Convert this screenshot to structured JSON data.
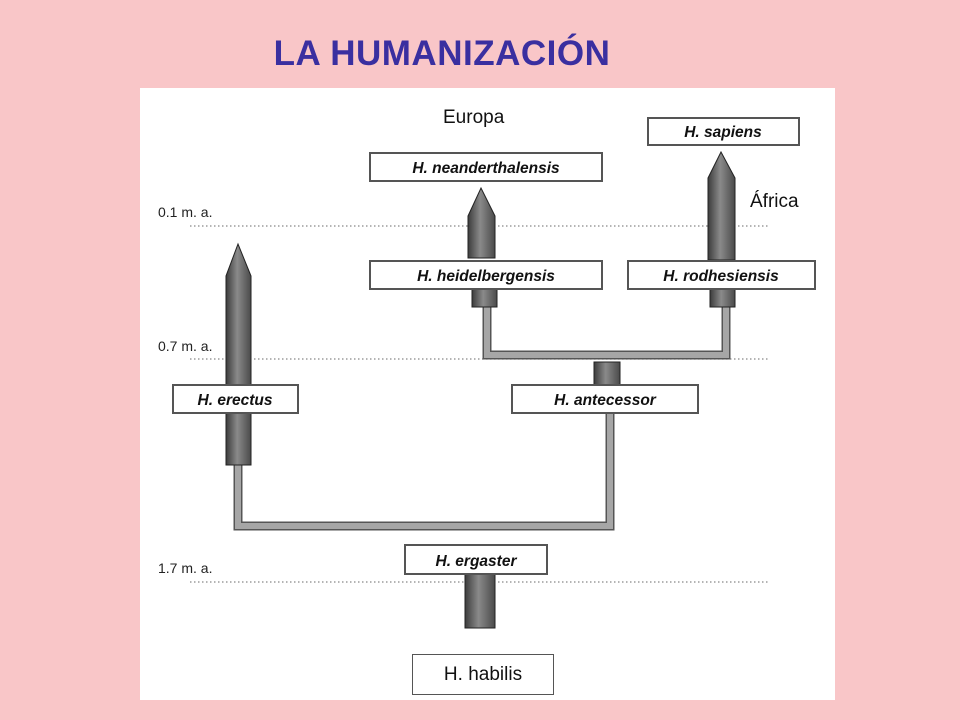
{
  "title": "LA HUMANIZACIÓN",
  "time_labels": [
    "0.1 m. a.",
    "0.7 m. a.",
    "1.7 m. a."
  ],
  "regions": {
    "europe": "Europa",
    "africa": "África"
  },
  "species": {
    "sapiens": "H. sapiens",
    "neanderthalensis": "H. neanderthalensis",
    "heidelbergensis": "H. heidelbergensis",
    "rodhesiensis": "H. rodhesiensis",
    "erectus": "H. erectus",
    "antecessor": "H. antecessor",
    "ergaster": "H. ergaster"
  },
  "ancestor": "H. habilis"
}
